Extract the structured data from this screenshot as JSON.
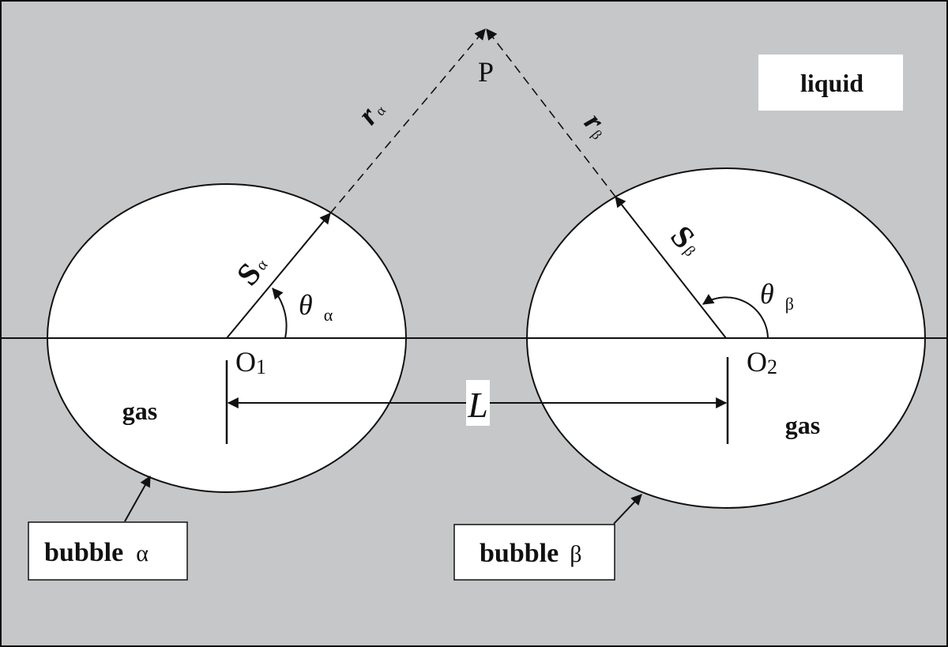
{
  "medium_label": "liquid",
  "point_label": "P",
  "bubble_alpha": {
    "label": "bubble",
    "greek": "α",
    "gas_label": "gas",
    "center_label": "O",
    "center_sub": "1",
    "radius_symbol": "S",
    "radius_sub": "α",
    "distance_symbol": "r",
    "distance_sub": "α",
    "angle_symbol": "θ",
    "angle_sub": "α"
  },
  "bubble_beta": {
    "label": "bubble",
    "greek": "β",
    "gas_label": "gas",
    "center_label": "O",
    "center_sub": "2",
    "radius_symbol": "S",
    "radius_sub": "β",
    "distance_symbol": "r",
    "distance_sub": "β",
    "angle_symbol": "θ",
    "angle_sub": "β"
  },
  "separation_label": "L",
  "colors": {
    "liquid": "#c6c7c9",
    "bubble": "#ffffff",
    "ink": "#111111"
  }
}
